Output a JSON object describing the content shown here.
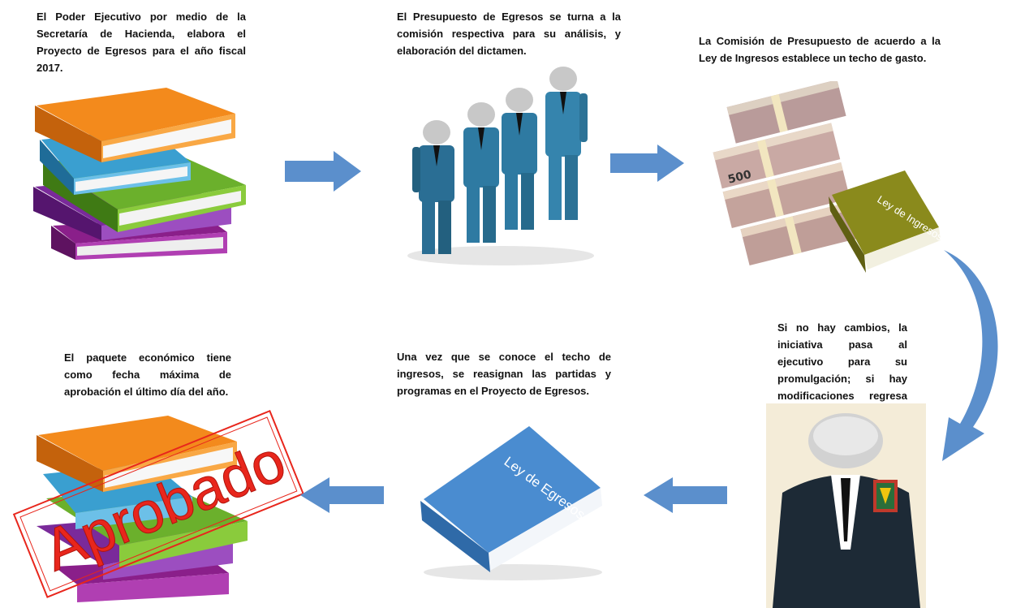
{
  "steps": [
    {
      "text": "El Poder Ejecutivo por medio de la Secretaría de Hacienda, elabora el Proyecto de Egresos para el año fiscal 2017."
    },
    {
      "text": "El Presupuesto de Egresos se turna a la comisión respectiva para su análisis, y elaboración del dictamen."
    },
    {
      "text": "La Comisión de Presupuesto de acuerdo a la Ley de Ingresos establece un techo de gasto."
    },
    {
      "text": "Si no hay cambios, la iniciativa pasa al ejecutivo para su promulgación; si hay modificaciones regresa con los diputados"
    },
    {
      "text": "Una vez que se conoce el techo de ingresos, se reasignan las partidas y programas en el Proyecto de Egresos."
    },
    {
      "text": "El paquete económico tiene como fecha máxima de aprobación el último día del año."
    }
  ],
  "images": {
    "ley_ingresos_book": "Ley de Ingresos",
    "ley_egresos_book": "Ley de Egresos",
    "money_label": "500",
    "stamp": "Aprobado"
  },
  "colors": {
    "arrow": "#5b8fcc",
    "stamp_red": "#e8261c"
  }
}
